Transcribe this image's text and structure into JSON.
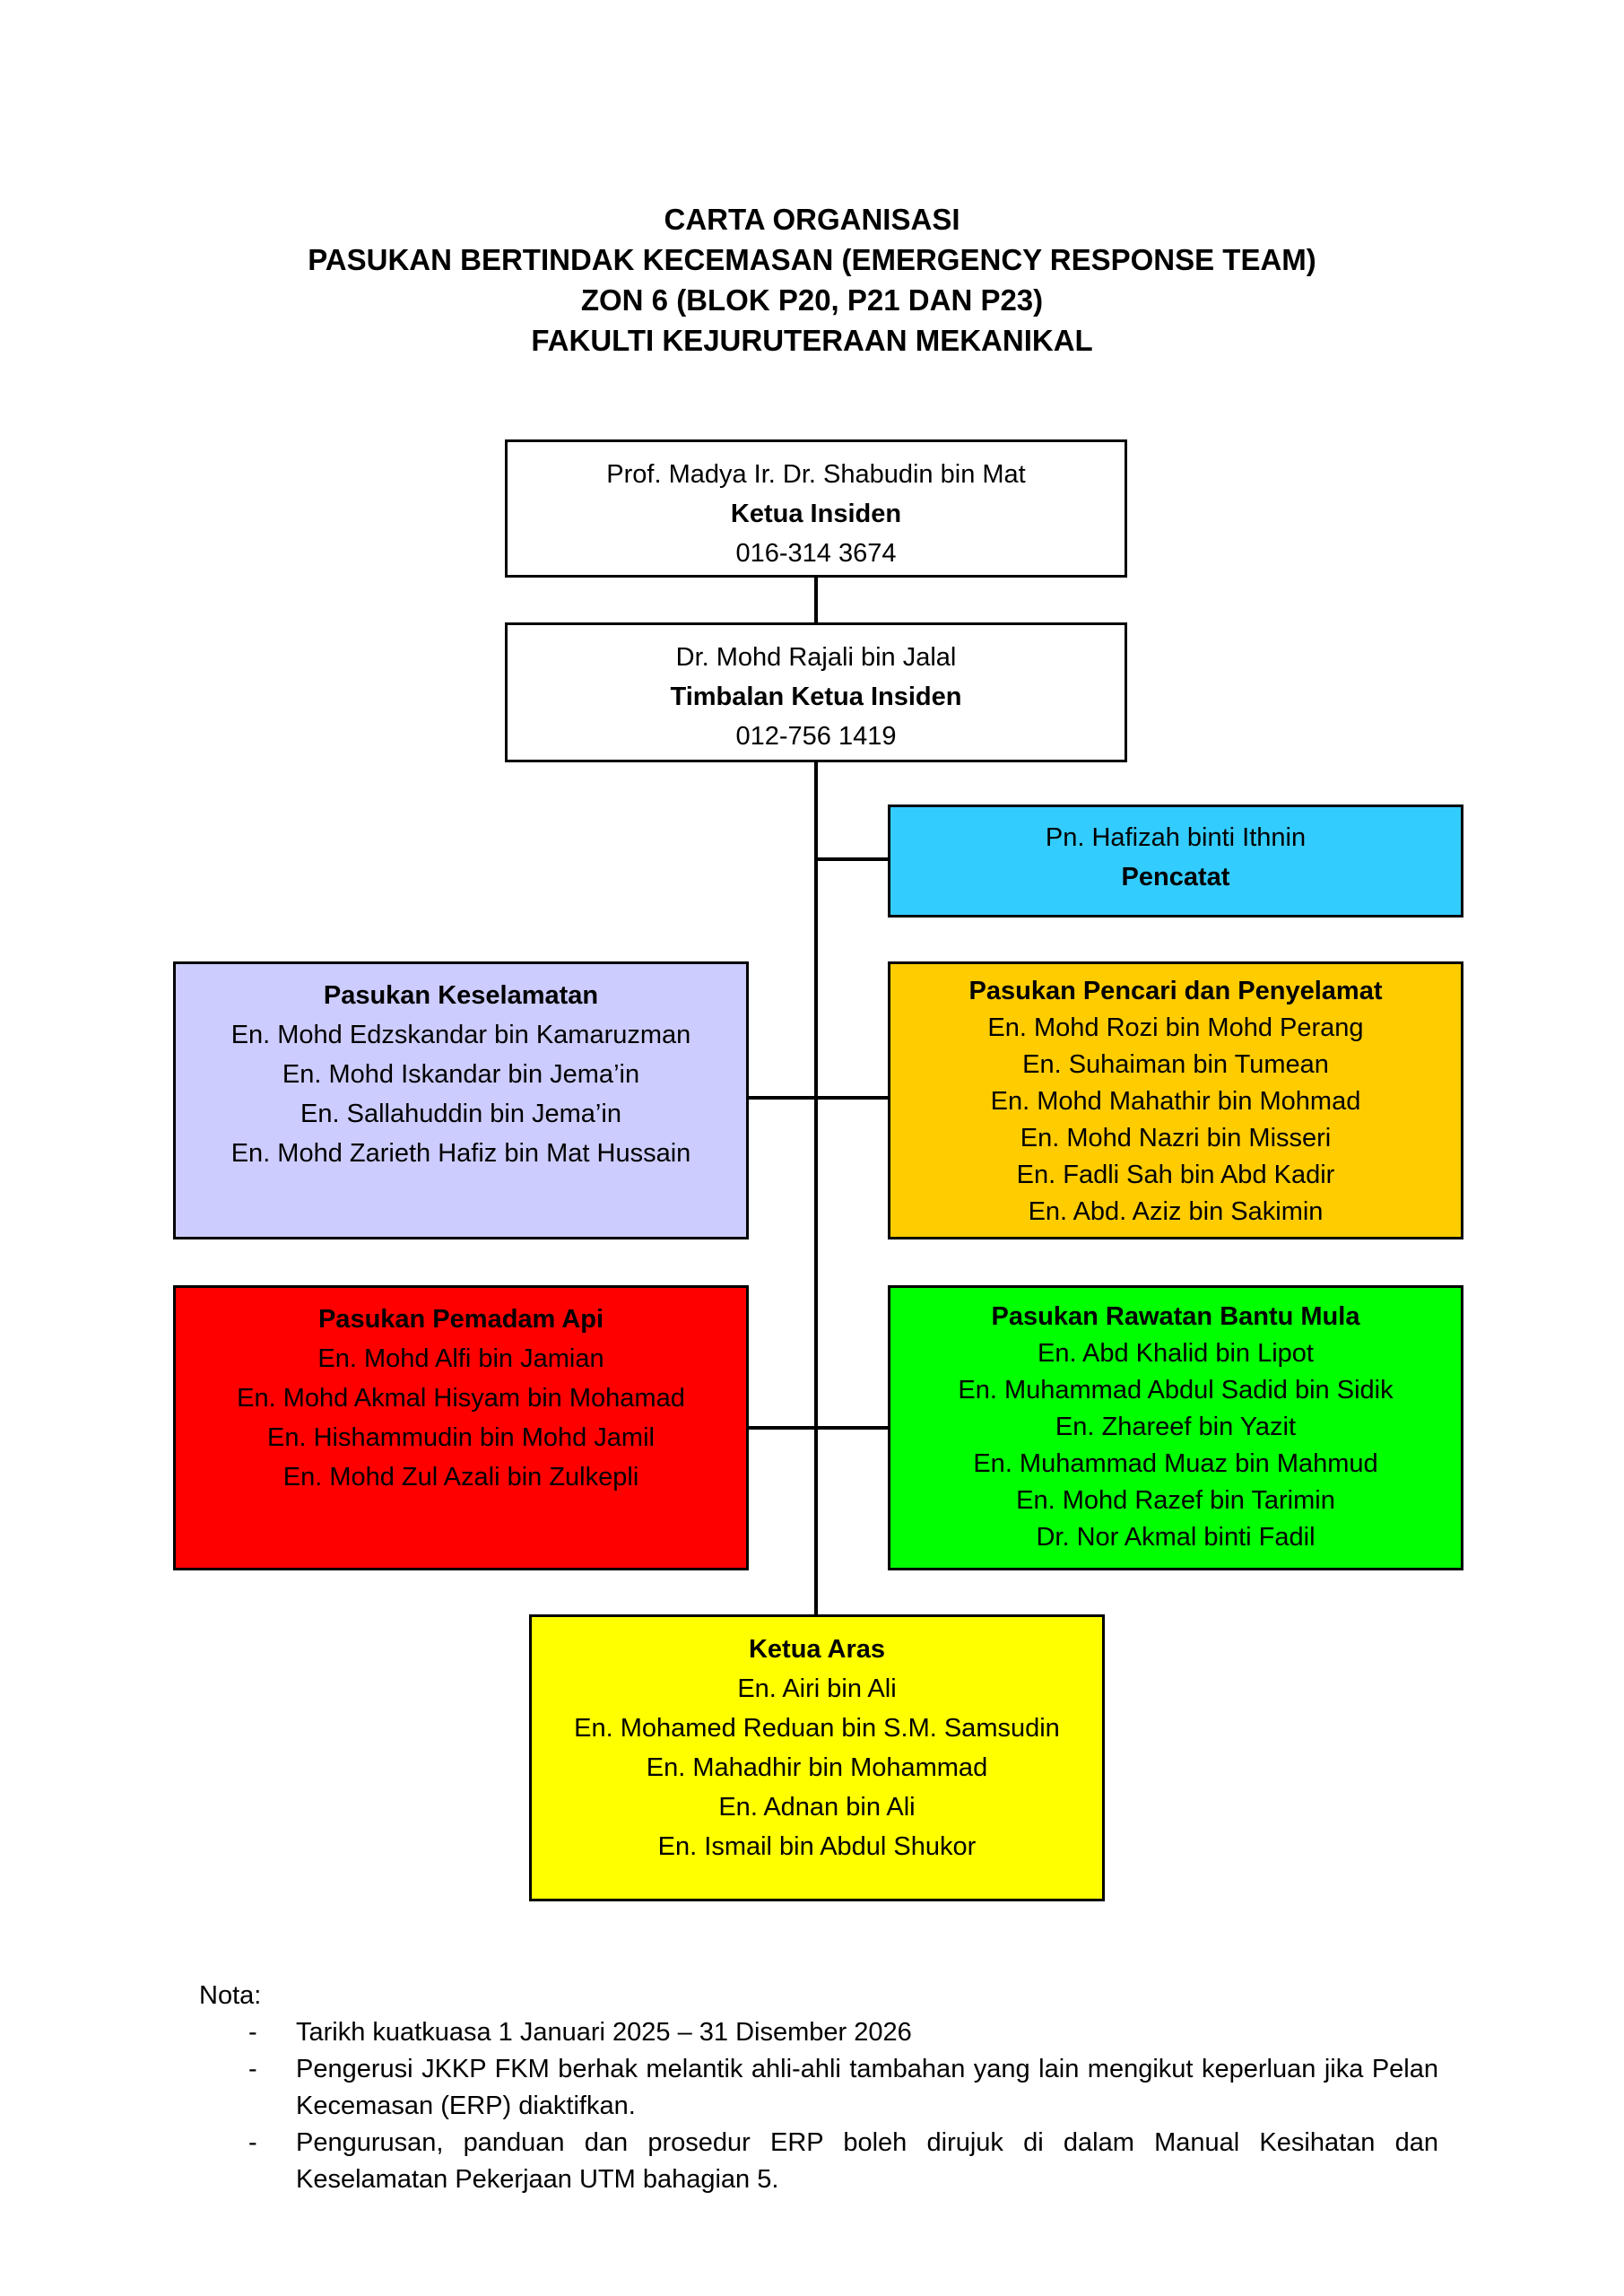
{
  "title": {
    "line1": "CARTA ORGANISASI",
    "line2": "PASUKAN BERTINDAK KECEMASAN (EMERGENCY RESPONSE TEAM)",
    "line3": "ZON 6 (BLOK P20, P21 DAN P23)",
    "line4": "FAKULTI KEJURUTERAAN MEKANIKAL"
  },
  "colors": {
    "pencatat": "#33ccff",
    "keselamatan": "#ccccff",
    "pencari": "#ffcc00",
    "pemadam": "#ff0000",
    "rawatan": "#00ff00",
    "aras": "#ffff00"
  },
  "ketua": {
    "name": "Prof. Madya Ir. Dr. Shabudin bin Mat",
    "role": "Ketua Insiden",
    "phone": "016-314 3674"
  },
  "timbalan": {
    "name": "Dr. Mohd Rajali bin Jalal",
    "role": "Timbalan Ketua Insiden",
    "phone": "012-756 1419"
  },
  "pencatat": {
    "name": "Pn. Hafizah binti Ithnin",
    "role": "Pencatat"
  },
  "keselamatan": {
    "title": "Pasukan Keselamatan",
    "members": [
      "En. Mohd Edzskandar bin Kamaruzman",
      "En. Mohd Iskandar bin Jema’in",
      "En. Sallahuddin bin Jema’in",
      "En. Mohd Zarieth Hafiz bin Mat Hussain"
    ]
  },
  "pencari": {
    "title": "Pasukan Pencari dan Penyelamat",
    "members": [
      "En. Mohd Rozi bin Mohd Perang",
      "En. Suhaiman bin Tumean",
      "En. Mohd Mahathir bin Mohmad",
      "En. Mohd Nazri bin Misseri",
      "En. Fadli Sah bin Abd Kadir",
      "En. Abd. Aziz bin Sakimin"
    ]
  },
  "pemadam": {
    "title": "Pasukan Pemadam Api",
    "members": [
      "En. Mohd Alfi bin Jamian",
      "En. Mohd Akmal Hisyam bin Mohamad",
      "En. Hishammudin bin Mohd Jamil",
      "En. Mohd Zul Azali bin Zulkepli"
    ]
  },
  "rawatan": {
    "title": "Pasukan Rawatan Bantu Mula",
    "members": [
      "En. Abd Khalid bin Lipot",
      "En. Muhammad Abdul Sadid bin Sidik",
      "En. Zhareef bin Yazit",
      "En. Muhammad Muaz bin Mahmud",
      "En. Mohd Razef bin Tarimin",
      "Dr. Nor Akmal binti Fadil"
    ]
  },
  "aras": {
    "title": "Ketua Aras",
    "members": [
      "En. Airi bin Ali",
      "En. Mohamed Reduan bin S.M. Samsudin",
      "En. Mahadhir bin Mohammad",
      "En. Adnan bin Ali",
      "En. Ismail bin Abdul Shukor"
    ]
  },
  "nota": {
    "heading": "Nota:",
    "dash": "-",
    "items": [
      "Tarikh kuatkuasa 1 Januari 2025 – 31 Disember 2026",
      "Pengerusi JKKP FKM berhak melantik ahli-ahli tambahan yang lain mengikut keperluan jika Pelan Kecemasan (ERP) diaktifkan.",
      "Pengurusan, panduan dan prosedur ERP boleh dirujuk di dalam Manual Kesihatan dan Keselamatan Pekerjaan UTM bahagian 5."
    ]
  }
}
